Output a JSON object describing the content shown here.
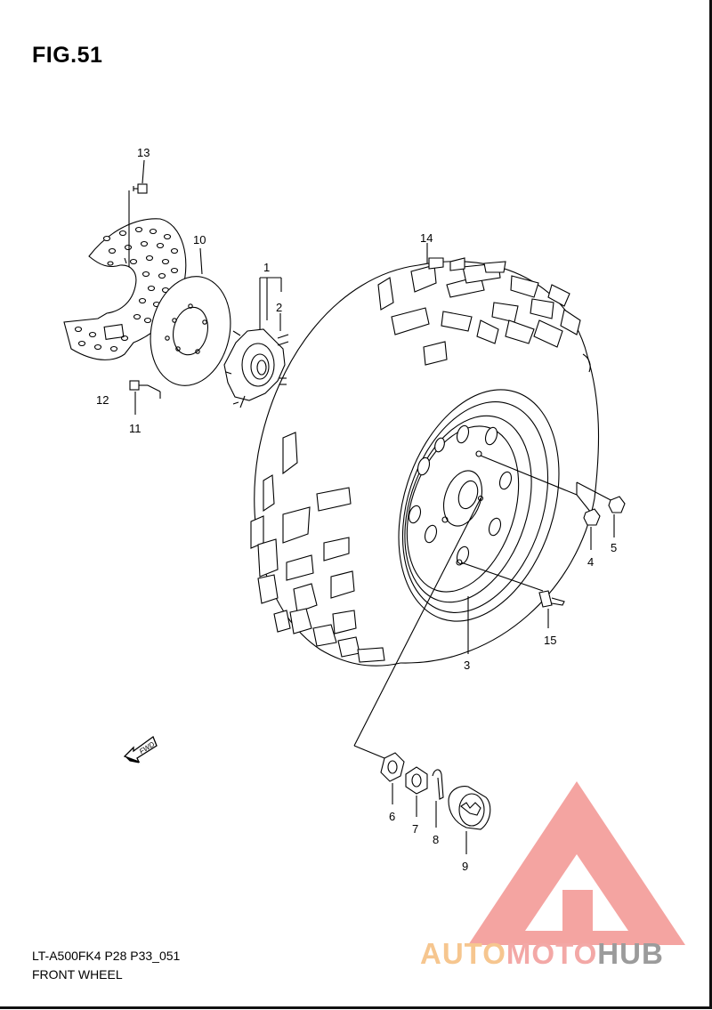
{
  "figure": {
    "title": "FIG.51",
    "code": "LT-A500FK4 P28 P33_051",
    "name": "FRONT WHEEL"
  },
  "callouts": [
    "1",
    "2",
    "3",
    "4",
    "5",
    "6",
    "7",
    "8",
    "9",
    "10",
    "11",
    "12",
    "13",
    "14",
    "15"
  ],
  "direction_arrow": {
    "label": "FWD",
    "icon": "fwd-arrow-icon"
  },
  "watermark": {
    "part1": "AUTO",
    "part2": "MOTO",
    "part3": "HUB",
    "colors": {
      "auto": "#f6c68f",
      "moto": "#f3a8a6",
      "hub": "#9b9b9b",
      "logo": "#f39a97"
    }
  },
  "colors": {
    "line": "#000000",
    "background": "#ffffff"
  }
}
